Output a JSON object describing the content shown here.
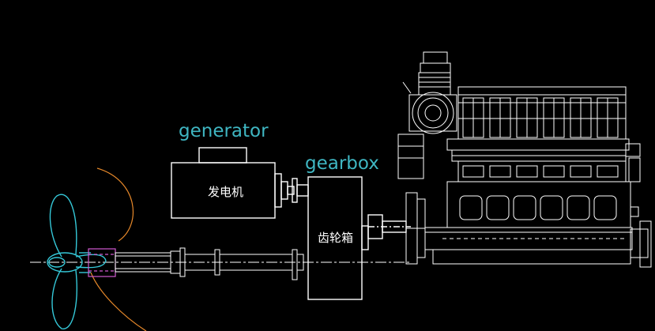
{
  "labels": {
    "generator_en": "generator",
    "gearbox_en": "gearbox",
    "generator_cn": "发电机",
    "gearbox_cn": "齿轮箱"
  },
  "colors": {
    "background": "#000000",
    "line": "#ffffff",
    "propeller": "#35c8d8",
    "arc": "#e8892a",
    "coupling": "#d05ad0",
    "label": "#3fb6c2"
  }
}
